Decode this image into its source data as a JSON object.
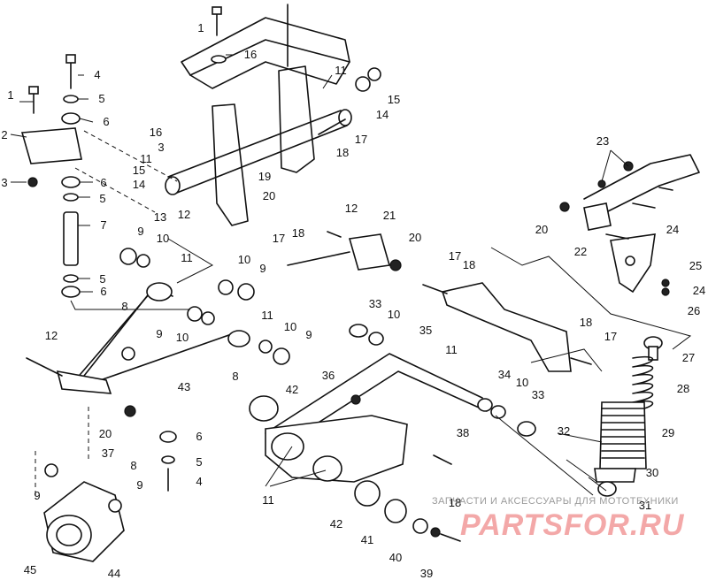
{
  "labels": [
    {
      "text": "1",
      "name": "label-1-top"
    },
    {
      "text": "16",
      "name": "label-16-top"
    },
    {
      "text": "11",
      "name": "label-11-top"
    },
    {
      "text": "15",
      "name": "label-15-top"
    },
    {
      "text": "14",
      "name": "label-14-top"
    },
    {
      "text": "17",
      "name": "label-17-top"
    },
    {
      "text": "18",
      "name": "label-18-top"
    },
    {
      "text": "4",
      "name": "label-4-top"
    },
    {
      "text": "5",
      "name": "label-5-upper"
    },
    {
      "text": "6",
      "name": "label-6-upper"
    },
    {
      "text": "1",
      "name": "label-1-left"
    },
    {
      "text": "2",
      "name": "label-2"
    },
    {
      "text": "3",
      "name": "label-3-left"
    },
    {
      "text": "6",
      "name": "label-6-mid"
    },
    {
      "text": "5",
      "name": "label-5-mid"
    },
    {
      "text": "7",
      "name": "label-7"
    },
    {
      "text": "5",
      "name": "label-5-low"
    },
    {
      "text": "6",
      "name": "label-6-low"
    },
    {
      "text": "16",
      "name": "label-16-mid"
    },
    {
      "text": "3",
      "name": "label-3-mid"
    },
    {
      "text": "11",
      "name": "label-11-mid"
    },
    {
      "text": "15",
      "name": "label-15-mid"
    },
    {
      "text": "14",
      "name": "label-14-mid"
    },
    {
      "text": "13",
      "name": "label-13"
    },
    {
      "text": "12",
      "name": "label-12-top"
    },
    {
      "text": "19",
      "name": "label-19"
    },
    {
      "text": "20",
      "name": "label-20-top"
    },
    {
      "text": "9",
      "name": "label-9-a"
    },
    {
      "text": "10",
      "name": "label-10-a"
    },
    {
      "text": "11",
      "name": "label-11-a"
    },
    {
      "text": "8",
      "name": "label-8-a"
    },
    {
      "text": "10",
      "name": "label-10-b"
    },
    {
      "text": "9",
      "name": "label-9-b"
    },
    {
      "text": "11",
      "name": "label-11-b"
    },
    {
      "text": "10",
      "name": "label-10-c"
    },
    {
      "text": "9",
      "name": "label-9-c"
    },
    {
      "text": "10",
      "name": "label-10-d"
    },
    {
      "text": "9",
      "name": "label-9-d"
    },
    {
      "text": "8",
      "name": "label-8-b"
    },
    {
      "text": "12",
      "name": "label-12-left"
    },
    {
      "text": "43",
      "name": "label-43"
    },
    {
      "text": "20",
      "name": "label-20-low"
    },
    {
      "text": "6",
      "name": "label-6-bottom"
    },
    {
      "text": "5",
      "name": "label-5-bottom"
    },
    {
      "text": "4",
      "name": "label-4-bottom"
    },
    {
      "text": "37",
      "name": "label-37"
    },
    {
      "text": "8",
      "name": "label-8-c"
    },
    {
      "text": "9",
      "name": "label-9-e"
    },
    {
      "text": "9",
      "name": "label-9-f"
    },
    {
      "text": "45",
      "name": "label-45"
    },
    {
      "text": "44",
      "name": "label-44"
    },
    {
      "text": "17",
      "name": "label-17-mid"
    },
    {
      "text": "18",
      "name": "label-18-mid"
    },
    {
      "text": "12",
      "name": "label-12-mid"
    },
    {
      "text": "21",
      "name": "label-21"
    },
    {
      "text": "20",
      "name": "label-20-mid"
    },
    {
      "text": "33",
      "name": "label-33-a"
    },
    {
      "text": "10",
      "name": "label-10-e"
    },
    {
      "text": "35",
      "name": "label-35"
    },
    {
      "text": "11",
      "name": "label-11-c"
    },
    {
      "text": "36",
      "name": "label-36"
    },
    {
      "text": "42",
      "name": "label-42-a"
    },
    {
      "text": "34",
      "name": "label-34"
    },
    {
      "text": "10",
      "name": "label-10-f"
    },
    {
      "text": "33",
      "name": "label-33-b"
    },
    {
      "text": "38",
      "name": "label-38"
    },
    {
      "text": "11",
      "name": "label-11-d"
    },
    {
      "text": "42",
      "name": "label-42-b"
    },
    {
      "text": "41",
      "name": "label-41"
    },
    {
      "text": "40",
      "name": "label-40"
    },
    {
      "text": "18",
      "name": "label-18-low"
    },
    {
      "text": "39",
      "name": "label-39"
    },
    {
      "text": "17",
      "name": "label-17-right"
    },
    {
      "text": "18",
      "name": "label-18-right"
    },
    {
      "text": "18",
      "name": "label-18-shock"
    },
    {
      "text": "17",
      "name": "label-17-shock"
    },
    {
      "text": "32",
      "name": "label-32"
    },
    {
      "text": "27",
      "name": "label-27"
    },
    {
      "text": "28",
      "name": "label-28"
    },
    {
      "text": "29",
      "name": "label-29"
    },
    {
      "text": "30",
      "name": "label-30"
    },
    {
      "text": "31",
      "name": "label-31"
    },
    {
      "text": "23",
      "name": "label-23"
    },
    {
      "text": "20",
      "name": "label-20-right"
    },
    {
      "text": "24",
      "name": "label-24-a"
    },
    {
      "text": "22",
      "name": "label-22"
    },
    {
      "text": "25",
      "name": "label-25"
    },
    {
      "text": "24",
      "name": "label-24-b"
    },
    {
      "text": "26",
      "name": "label-26"
    }
  ],
  "watermark": {
    "caption": "ЗАПЧАСТИ И АКСЕССУАРЫ ДЛЯ МОТОТЕХНИКИ",
    "logo": "PARTSFOR.RU"
  },
  "colors": {
    "ink": "#111111",
    "watermark_logo": "#f29a9a",
    "watermark_caption": "#9a9a9a"
  }
}
